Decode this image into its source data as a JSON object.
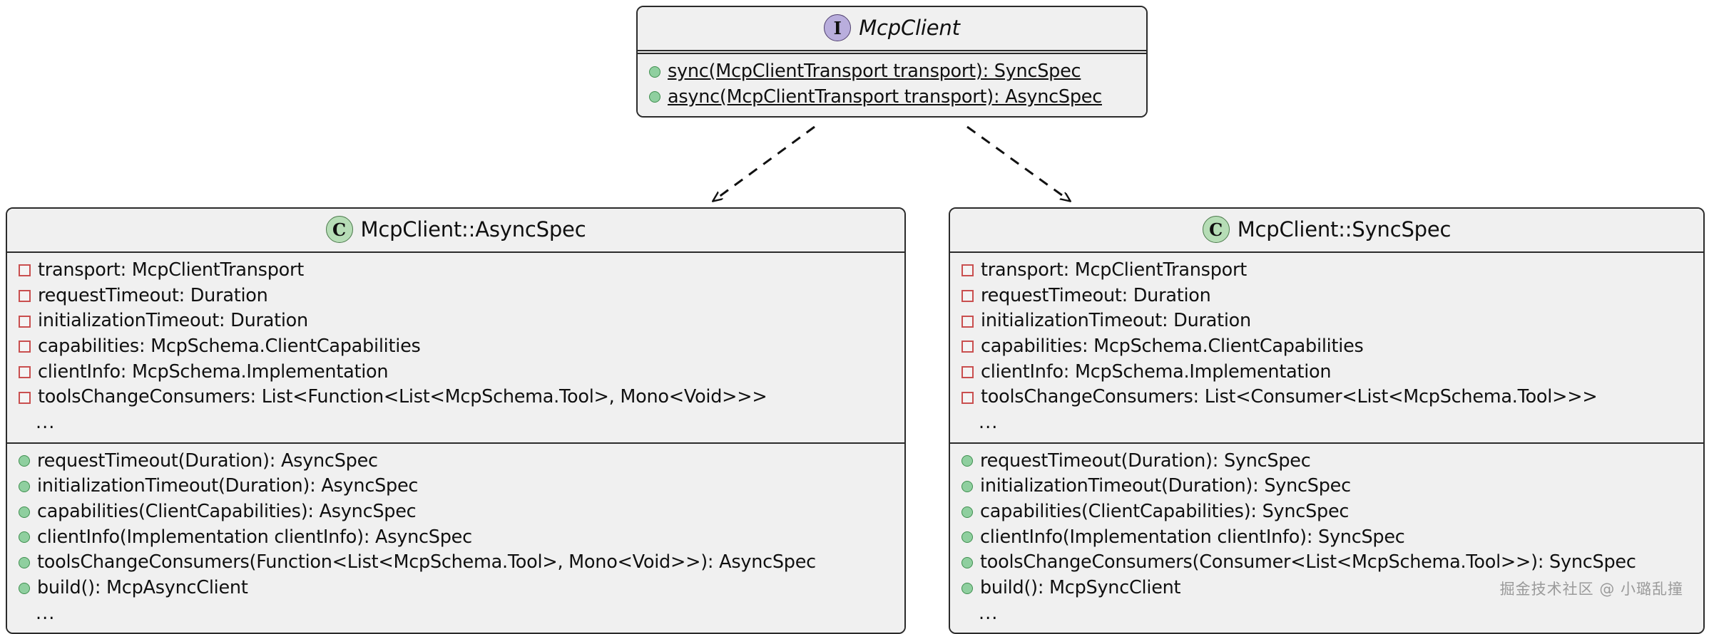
{
  "diagram": {
    "type": "uml-class-diagram",
    "background": "#ffffff",
    "colors": {
      "box_fill": "#f0f0f0",
      "box_border": "#2b2b2b",
      "interface_icon_fill": "#b9aedd",
      "class_icon_fill": "#b6ddb6",
      "private_marker": "#c94f4f",
      "public_marker": "#8fcf9f",
      "text": "#101010",
      "watermark": "#9a9a9a"
    },
    "relationships": [
      {
        "from": "McpClient",
        "to": "McpClient::AsyncSpec",
        "style": "dashed",
        "arrow": "open",
        "kind": "dependency"
      },
      {
        "from": "McpClient",
        "to": "McpClient::SyncSpec",
        "style": "dashed",
        "arrow": "open",
        "kind": "dependency"
      }
    ]
  },
  "interface_box": {
    "stereotype": "I",
    "stereotype_name": "interface-icon",
    "title": "McpClient",
    "attributes": [],
    "methods": [
      {
        "visibility": "public",
        "text": "sync(McpClientTransport transport): SyncSpec",
        "static": true
      },
      {
        "visibility": "public",
        "text": "async(McpClientTransport transport): AsyncSpec",
        "static": true
      }
    ]
  },
  "async_box": {
    "stereotype": "C",
    "stereotype_name": "class-icon",
    "title": "McpClient::AsyncSpec",
    "attributes": [
      {
        "visibility": "private",
        "text": "transport: McpClientTransport"
      },
      {
        "visibility": "private",
        "text": "requestTimeout: Duration"
      },
      {
        "visibility": "private",
        "text": "initializationTimeout: Duration"
      },
      {
        "visibility": "private",
        "text": "capabilities: McpSchema.ClientCapabilities"
      },
      {
        "visibility": "private",
        "text": "clientInfo: McpSchema.Implementation"
      },
      {
        "visibility": "private",
        "text": "toolsChangeConsumers: List<Function<List<McpSchema.Tool>, Mono<Void>>>"
      }
    ],
    "attributes_more": "...",
    "methods": [
      {
        "visibility": "public",
        "text": "requestTimeout(Duration): AsyncSpec"
      },
      {
        "visibility": "public",
        "text": "initializationTimeout(Duration): AsyncSpec"
      },
      {
        "visibility": "public",
        "text": "capabilities(ClientCapabilities): AsyncSpec"
      },
      {
        "visibility": "public",
        "text": "clientInfo(Implementation clientInfo): AsyncSpec"
      },
      {
        "visibility": "public",
        "text": "toolsChangeConsumers(Function<List<McpSchema.Tool>, Mono<Void>>): AsyncSpec"
      },
      {
        "visibility": "public",
        "text": "build(): McpAsyncClient"
      }
    ],
    "methods_more": "..."
  },
  "sync_box": {
    "stereotype": "C",
    "stereotype_name": "class-icon",
    "title": "McpClient::SyncSpec",
    "attributes": [
      {
        "visibility": "private",
        "text": "transport: McpClientTransport"
      },
      {
        "visibility": "private",
        "text": "requestTimeout: Duration"
      },
      {
        "visibility": "private",
        "text": "initializationTimeout: Duration"
      },
      {
        "visibility": "private",
        "text": "capabilities: McpSchema.ClientCapabilities"
      },
      {
        "visibility": "private",
        "text": "clientInfo: McpSchema.Implementation"
      },
      {
        "visibility": "private",
        "text": "toolsChangeConsumers: List<Consumer<List<McpSchema.Tool>>>"
      }
    ],
    "attributes_more": "...",
    "methods": [
      {
        "visibility": "public",
        "text": "requestTimeout(Duration): SyncSpec"
      },
      {
        "visibility": "public",
        "text": "initializationTimeout(Duration): SyncSpec"
      },
      {
        "visibility": "public",
        "text": "capabilities(ClientCapabilities): SyncSpec"
      },
      {
        "visibility": "public",
        "text": "clientInfo(Implementation clientInfo): SyncSpec"
      },
      {
        "visibility": "public",
        "text": "toolsChangeConsumers(Consumer<List<McpSchema.Tool>>): SyncSpec"
      },
      {
        "visibility": "public",
        "text": "build(): McpSyncClient"
      }
    ],
    "methods_more": "..."
  },
  "watermark": {
    "text": "掘金技术社区 @ 小璐乱撞"
  }
}
